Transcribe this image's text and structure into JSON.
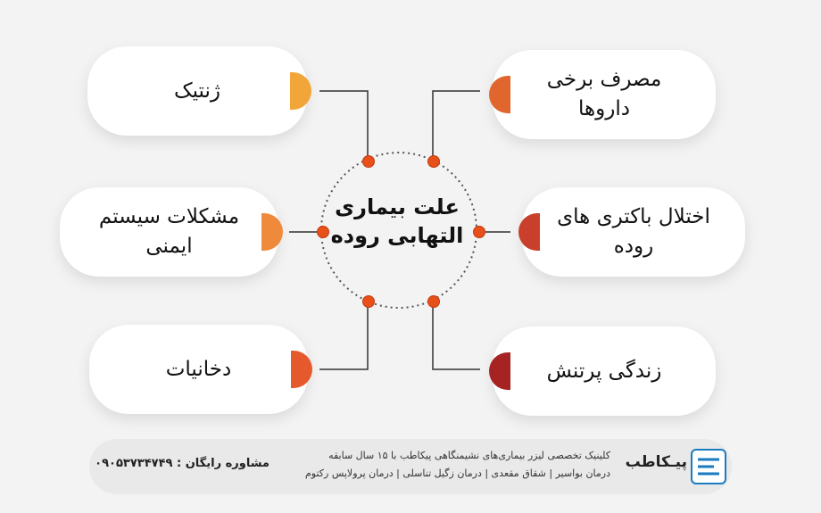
{
  "center": {
    "title_line1": "علت بیماری",
    "title_line2": "التهابی روده"
  },
  "causes": {
    "genetic": "ژنتیک",
    "immune": "مشکلات سیستم ایمنی",
    "smoking": "دخانیات",
    "drugs": "مصرف برخی داروها",
    "bacteria": "اختلال باکتری های روده",
    "stress": "زندگی پرتنش"
  },
  "footer": {
    "brand": "پیـکاطب",
    "desc_line1": "کلینیک تخصصی لیزر بیماری‌های نشیمنگاهی پیکاطب با ۱۵ سال سابقه",
    "desc_line2": "درمان بواسیر | شقاق مقعدی | درمان زگیل تناسلی | درمان پرولاپس رکتوم",
    "consult": "مشاوره رایگان : ۰۹۰۵۳۷۳۴۷۴۹"
  },
  "colors": {
    "genetic": "#f2a63a",
    "immune": "#ef8a3c",
    "smoking": "#e55a2c",
    "drugs": "#e0662e",
    "bacteria": "#c8402c",
    "stress": "#a62323",
    "connector": "#333333",
    "dot": "#e8501a"
  }
}
